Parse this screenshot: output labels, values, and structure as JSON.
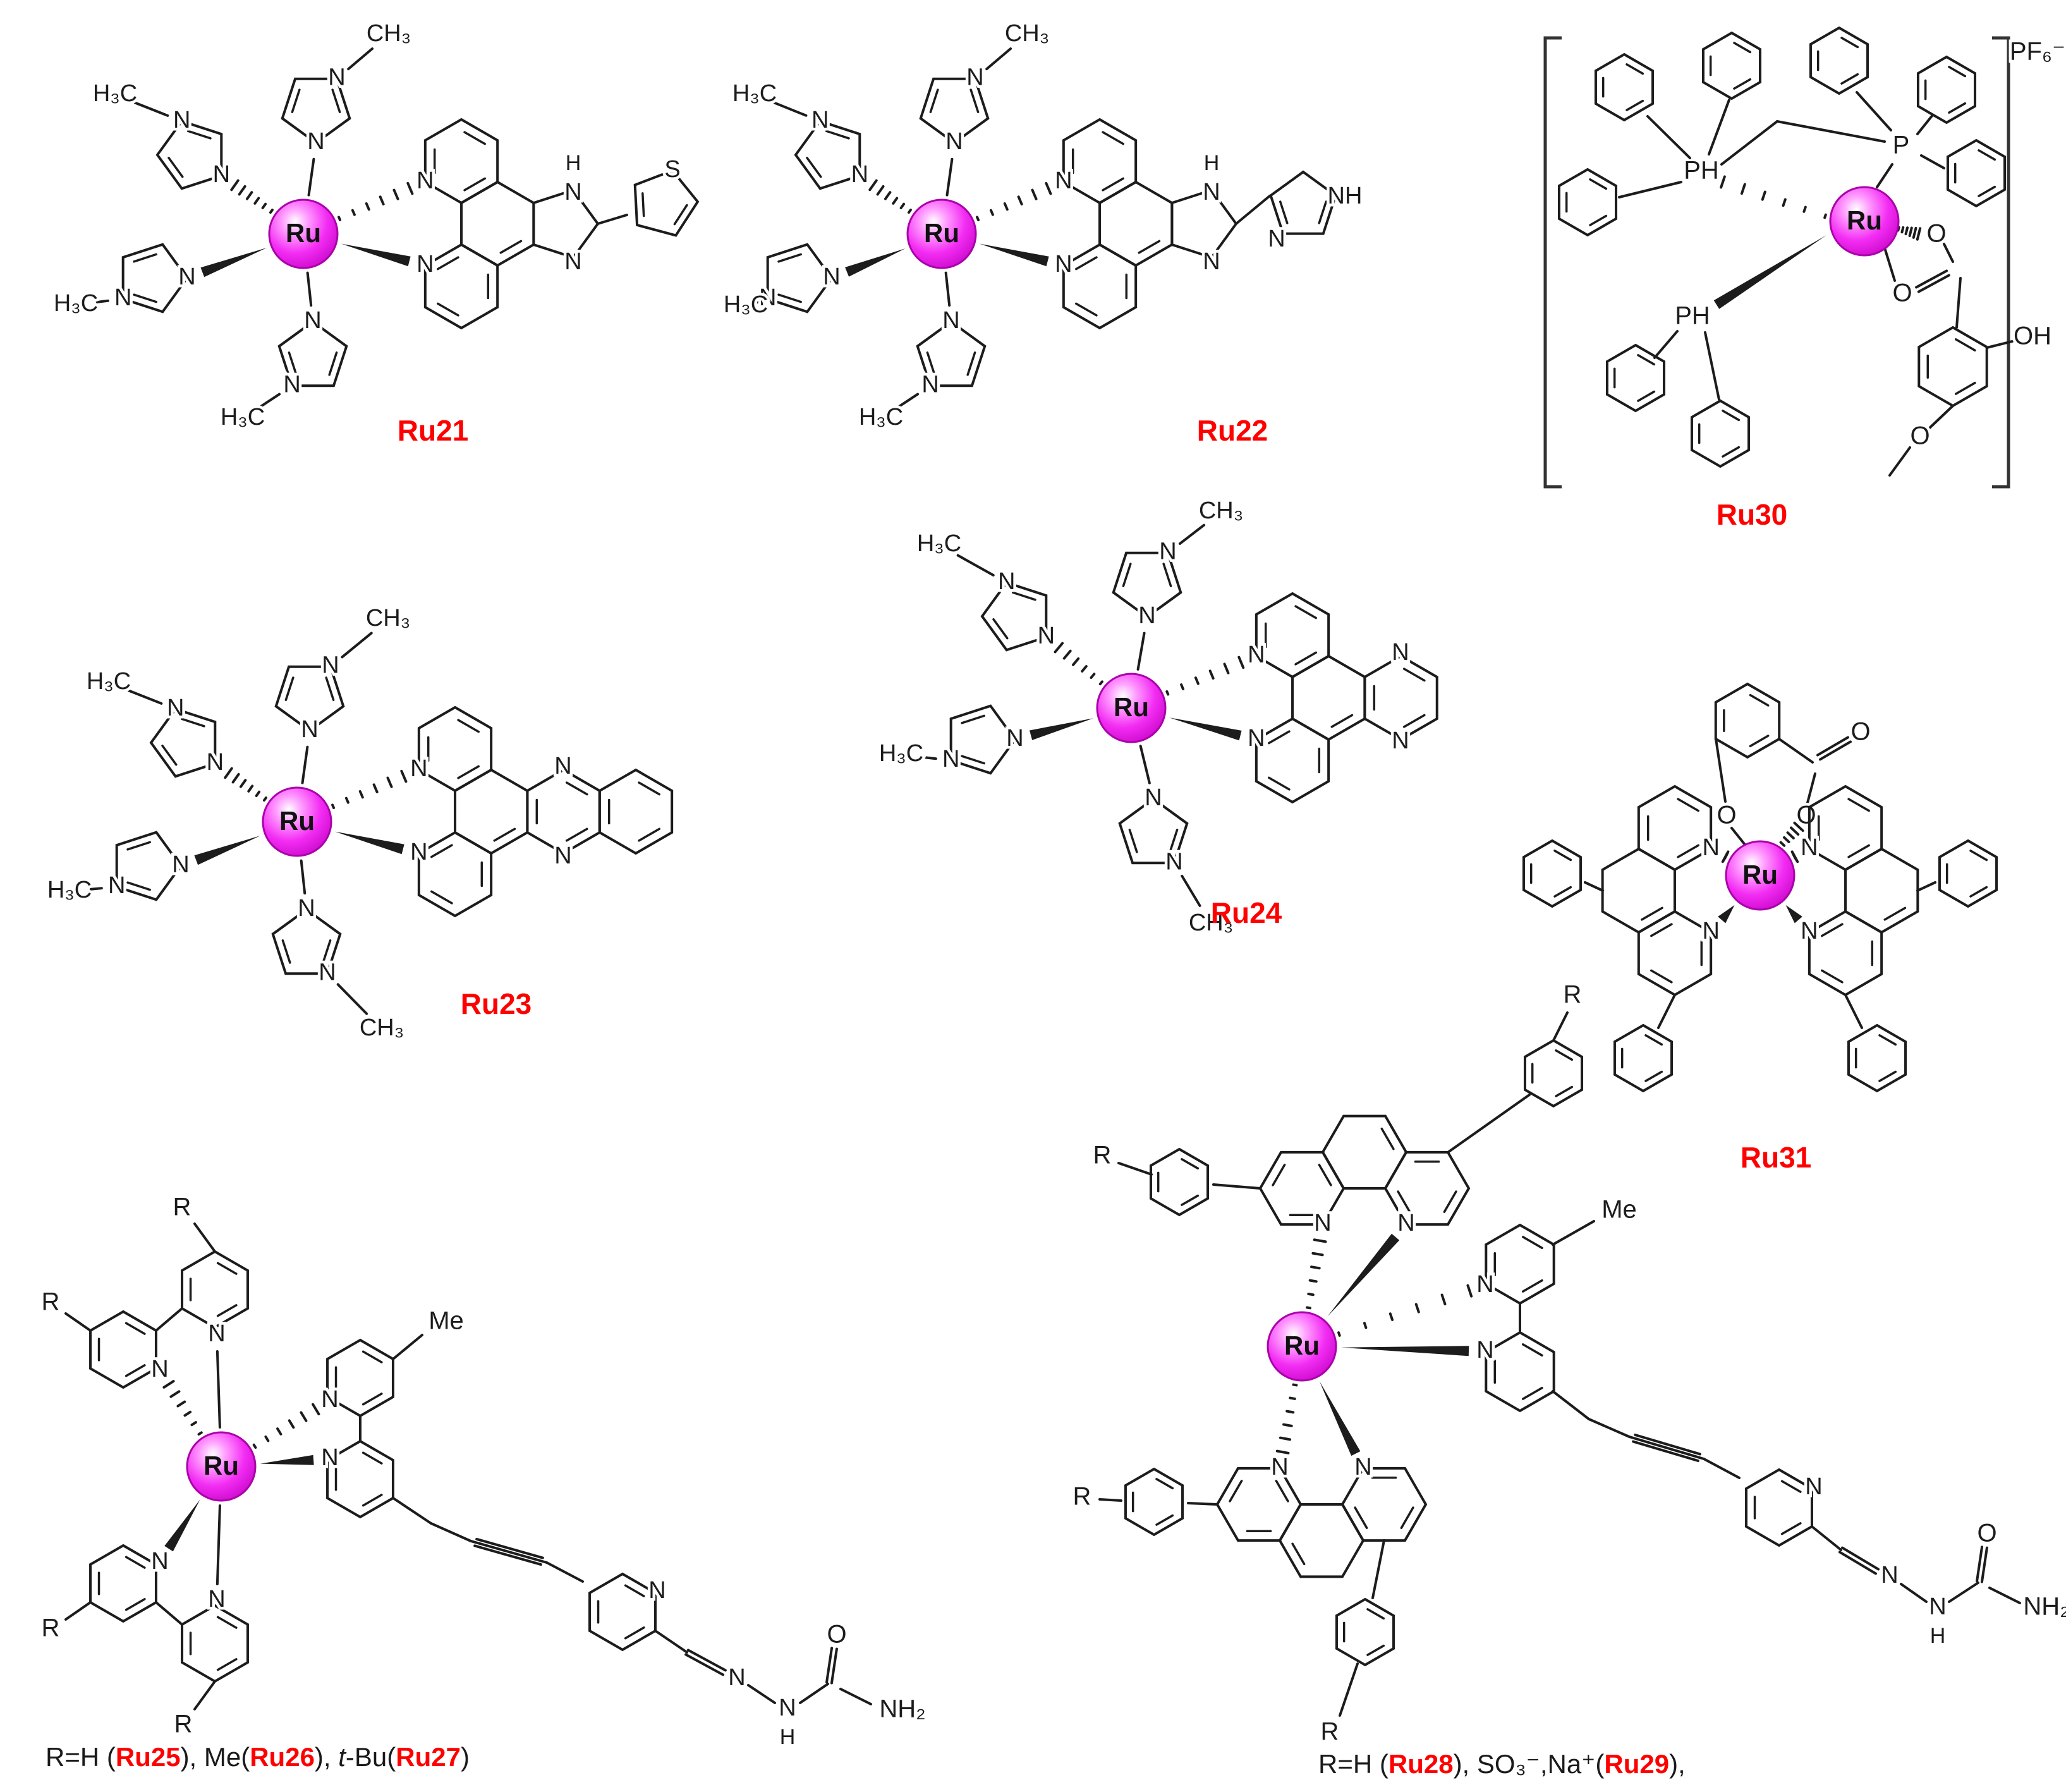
{
  "palette": {
    "background": "#ffffff",
    "bond": "#1c1c1c",
    "ru_fill": "#ee22ee",
    "ru_highlight": "#ffffff",
    "ru_stroke": "#aa00aa",
    "label": "#ff0000",
    "bracket": "#333333"
  },
  "atom_labels": {
    "ru": "Ru",
    "n": "N",
    "h": "H",
    "nh": "NH",
    "nh2": "NH₂",
    "ch3": "CH₃",
    "h3c": "H₃C",
    "s": "S",
    "o": "O",
    "oh": "OH",
    "p": "P",
    "ph": "PH",
    "me": "Me",
    "r": "R",
    "pf6": "PF₆⁻"
  },
  "complexes": {
    "ru21": {
      "label": "Ru21"
    },
    "ru22": {
      "label": "Ru22"
    },
    "ru23": {
      "label": "Ru23"
    },
    "ru24": {
      "label": "Ru24"
    },
    "ru30": {
      "label": "Ru30"
    },
    "ru31": {
      "label": "Ru31"
    }
  },
  "captions": {
    "left": {
      "t1": "R=H (",
      "ru25": "Ru25",
      "t2": "), Me(",
      "ru26": "Ru26",
      "t3": "), ",
      "t4": "t",
      "t5": "-Bu(",
      "ru27": "Ru27",
      "t6": ")"
    },
    "right": {
      "t1": "R=H (",
      "ru28": "Ru28",
      "t2": "), SO₃⁻,Na⁺(",
      "ru29": "Ru29",
      "t3": "),"
    }
  }
}
